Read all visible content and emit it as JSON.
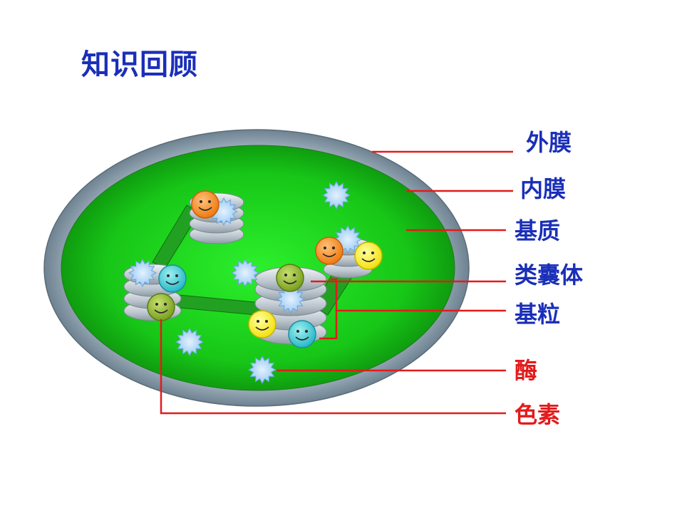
{
  "title": "知识回顾",
  "labels": {
    "outer_membrane": "外膜",
    "inner_membrane": "内膜",
    "stroma": "基质",
    "thylakoid": "类囊体",
    "grana": "基粒",
    "enzyme": "酶",
    "pigment": "色素"
  },
  "colors": {
    "title": "#1a2fb8",
    "label_blue": "#1a2fb8",
    "label_red": "#e31b1b",
    "leader_line": "#e31b1b",
    "outer_membrane": "#8a9aa6",
    "stroma": "#19c219"
  }
}
